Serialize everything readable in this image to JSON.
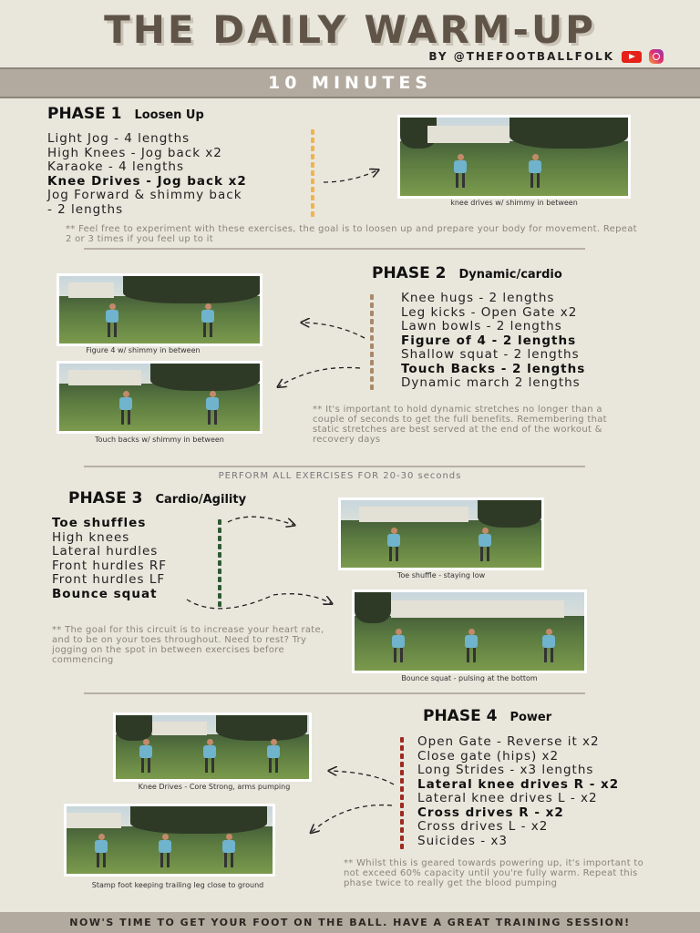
{
  "header": {
    "title": "THE DAILY WARM-UP",
    "byline": "BY @THEFOOTBALLFOLK",
    "duration": "10 MINUTES"
  },
  "phase1": {
    "label": "PHASE 1",
    "subtitle": "Loosen Up",
    "items": [
      {
        "text": "Light Jog - 4 lengths",
        "bold": false
      },
      {
        "text": "High Knees - Jog back x2",
        "bold": false
      },
      {
        "text": "Karaoke - 4 lengths",
        "bold": false
      },
      {
        "text": "Knee Drives - Jog back x2",
        "bold": true
      },
      {
        "text": "Jog Forward & shimmy back",
        "bold": false
      },
      {
        "text": " - 2 lengths",
        "bold": false
      }
    ],
    "caption": "knee drives w/ shimmy in between",
    "note": "** Feel free to experiment with these exercises, the goal is to loosen up and prepare your body for movement. Repeat 2 or 3 times if you feel up to it",
    "color": "#f0b44c"
  },
  "phase2": {
    "label": "PHASE 2",
    "subtitle": "Dynamic/cardio",
    "items": [
      {
        "text": "Knee hugs - 2 lengths",
        "bold": false
      },
      {
        "text": "Leg kicks - Open Gate x2",
        "bold": false
      },
      {
        "text": "Lawn bowls - 2 lengths",
        "bold": false
      },
      {
        "text": "Figure of 4 - 2 lengths",
        "bold": true
      },
      {
        "text": "Shallow squat - 2 lengths",
        "bold": false
      },
      {
        "text": "Touch Backs - 2 lengths",
        "bold": true
      },
      {
        "text": "Dynamic march 2 lengths",
        "bold": false
      }
    ],
    "caption1": "Figure 4 w/ shimmy in between",
    "caption2": "Touch backs w/ shimmy in between",
    "note": "** It's important to hold dynamic stretches no longer than a couple of seconds to get the full benefits. Remembering that static stretches are best served at the end of the workout & recovery days",
    "color": "#a88a6a"
  },
  "tagline": "PERFORM ALL EXERCISES FOR 20-30 seconds",
  "phase3": {
    "label": "PHASE 3",
    "subtitle": "Cardio/Agility",
    "items": [
      {
        "text": "Toe shuffles",
        "bold": true
      },
      {
        "text": "High knees",
        "bold": false
      },
      {
        "text": "Lateral hurdles",
        "bold": false
      },
      {
        "text": "Front hurdles RF",
        "bold": false
      },
      {
        "text": "Front hurdles LF",
        "bold": false
      },
      {
        "text": "Bounce squat",
        "bold": true
      }
    ],
    "caption1": "Toe shuffle - staying low",
    "caption2": "Bounce squat - pulsing at the bottom",
    "note": "** The goal for this circuit is to increase your heart rate, and to be on your toes throughout. Need to rest? Try jogging on the spot in between exercises before commencing",
    "color": "#2f5a32"
  },
  "phase4": {
    "label": "PHASE 4",
    "subtitle": "Power",
    "items": [
      {
        "text": "Open Gate - Reverse it x2",
        "bold": false
      },
      {
        "text": "Close gate (hips) x2",
        "bold": false
      },
      {
        "text": "Long Strides - x3 lengths",
        "bold": false
      },
      {
        "text": "Lateral knee drives R - x2",
        "bold": true
      },
      {
        "text": "Lateral knee drives L - x2",
        "bold": false
      },
      {
        "text": "Cross drives R - x2",
        "bold": true
      },
      {
        "text": "Cross drives L - x2",
        "bold": false
      },
      {
        "text": "Suicides - x3",
        "bold": false
      }
    ],
    "caption1": "Knee Drives - Core Strong, arms pumping",
    "caption2": "Stamp foot keeping trailing leg close to ground",
    "note": "** Whilst this is geared towards powering up, it's important to not exceed 60% capacity until you're fully warm. Repeat this phase twice to really get the blood pumping",
    "color": "#9e2a1e"
  },
  "footer": "NOW'S TIME TO GET YOUR FOOT ON THE BALL. HAVE A GREAT TRAINING SESSION!"
}
